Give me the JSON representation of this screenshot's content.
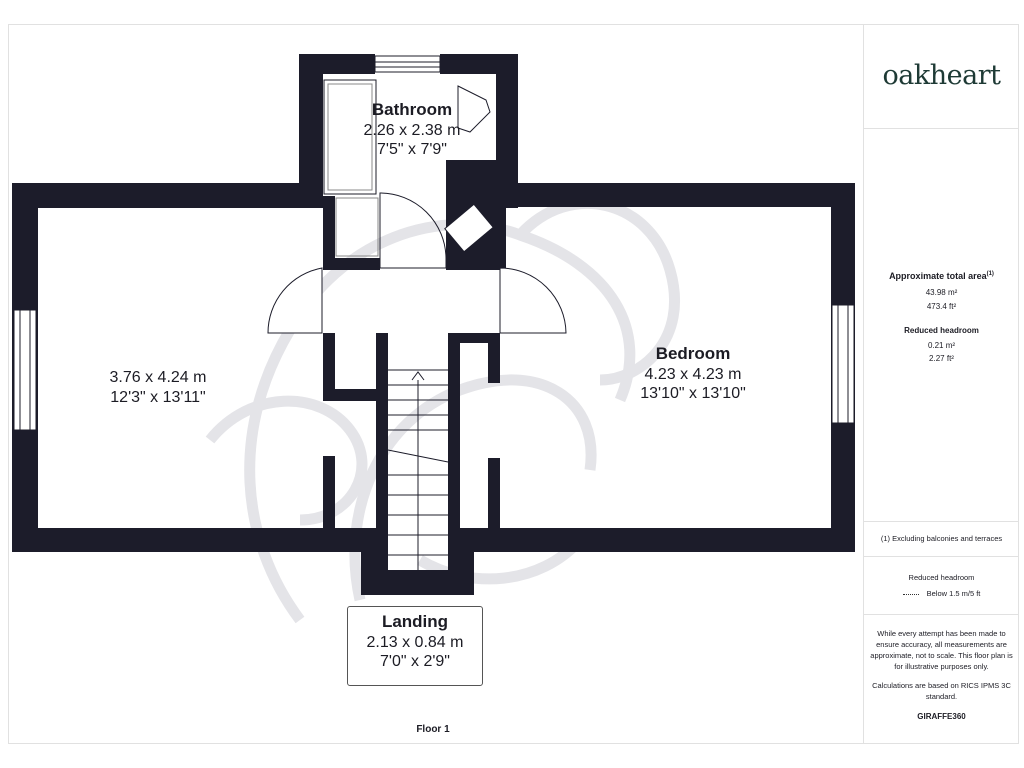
{
  "rooms": {
    "bathroom": {
      "name": "Bathroom",
      "metric": "2.26 x 2.38 m",
      "imperial": "7'5\" x 7'9\""
    },
    "left_room": {
      "metric": "3.76 x 4.24 m",
      "imperial": "12'3\" x 13'11\""
    },
    "bedroom": {
      "name": "Bedroom",
      "metric": "4.23 x 4.23 m",
      "imperial": "13'10\" x 13'10\""
    },
    "landing": {
      "name": "Landing",
      "metric": "2.13 x 0.84 m",
      "imperial": "7'0\" x 2'9\""
    }
  },
  "floor_label": "Floor 1",
  "sidebar": {
    "brand": "oakheart",
    "total_area_label": "Approximate total area",
    "total_area_note": "(1)",
    "total_area_m2": "43.98 m²",
    "total_area_ft2": "473.4 ft²",
    "reduced_headroom_label": "Reduced headroom",
    "reduced_headroom_m2": "0.21 m²",
    "reduced_headroom_ft2": "2.27 ft²",
    "excluding_note": "(1) Excluding balconies and terraces",
    "legend_title": "Reduced headroom",
    "legend_item": "Below 1.5 m/5 ft",
    "disclaimer": "While every attempt has been made to ensure accuracy, all measurements are approximate, not to scale. This floor plan is for illustrative purposes only.",
    "calculations": "Calculations are based on RICS IPMS 3C standard.",
    "provider": "GIRAFFE360"
  },
  "colors": {
    "wall": "#1c1c2a",
    "watermark": "#e4e4e8",
    "brand": "#1e3a35"
  }
}
